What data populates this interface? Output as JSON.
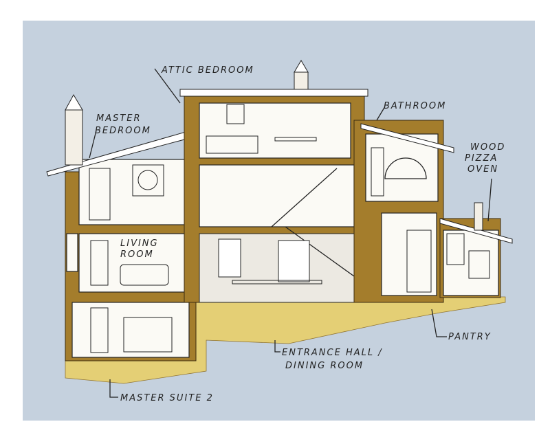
{
  "colors": {
    "background": "#c5d1de",
    "wall": "#a47d2c",
    "ground": "#e8cf6a",
    "paper": "#ffffff"
  },
  "labels": {
    "attic_bedroom": "ATTIC BEDROOM",
    "master_bedroom_1": "MASTER",
    "master_bedroom_2": "BEDROOM",
    "bathroom": "BATHROOM",
    "pizza_oven_1": "WOOD",
    "pizza_oven_2": "PIZZA",
    "pizza_oven_3": "OVEN",
    "living_room_1": "LIVING",
    "living_room_2": "ROOM",
    "pantry": "PANTRY",
    "entrance_hall_1": "ENTRANCE  HALL /",
    "entrance_hall_2": "DINING  ROOM",
    "master_suite": "MASTER  SUITE  2"
  }
}
